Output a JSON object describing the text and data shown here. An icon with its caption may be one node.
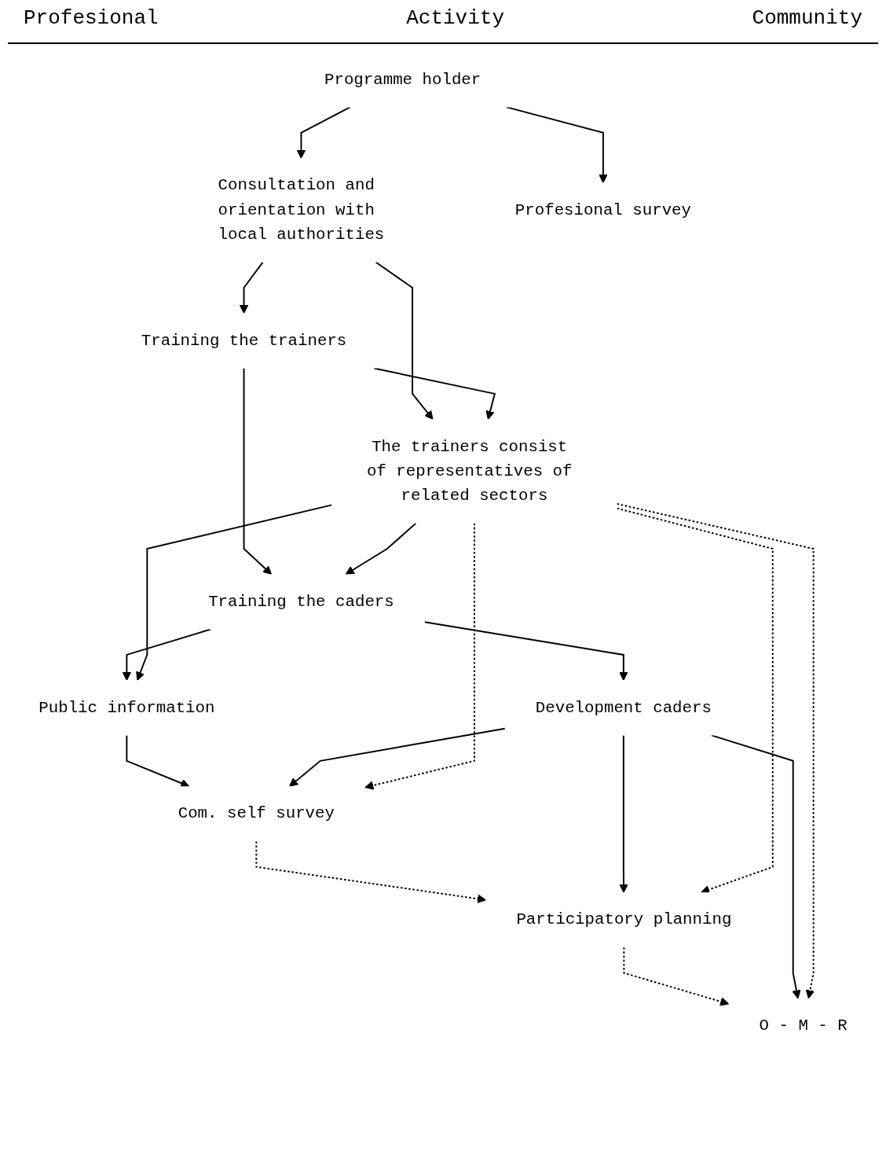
{
  "diagram": {
    "nodes": [
      {
        "text": [
          "Programme holder"
        ]
      },
      {
        "text": [
          "Consultation and orientation with local authorities"
        ]
      },
      {
        "text": [
          "Profesional survey"
        ]
      },
      {
        "text": [
          "The trainers consist of representatives of related sectors"
        ]
      },
      {
        "text": [
          "Training the trainers"
        ]
      },
      {
        "text": [
          "Training the caders"
        ]
      },
      {
        "text": [
          "Development caders"
        ]
      },
      {
        "text": [
          "Public information"
        ]
      },
      {
        "text": [
          "Com. self survey"
        ]
      },
      {
        "text": [
          "Participatory planning"
        ]
      },
      {
        "text": [
          "O - M - R"
        ]
      }
    ],
    "edges": [
      {
        "from": 0,
        "to": 1,
        "arrow": "to"
      },
      {
        "from": 0,
        "to": 2,
        "arrow": "to"
      },
      {
        "from": 1,
        "to": 3,
        "arrow": "to"
      },
      {
        "from": 1,
        "to": 4,
        "arrow": "to"
      },
      {
        "from": 4,
        "to": 3,
        "arrow": "to"
      },
      {
        "from": 4,
        "to": 5,
        "arrow": "to"
      },
      {
        "from": 3,
        "to": 5,
        "arrow": "to"
      },
      {
        "from": 5,
        "to": 6,
        "arrow": "to"
      },
      {
        "from": 5,
        "to": 7,
        "arrow": "to"
      },
      {
        "from": 3,
        "to": 7,
        "arrow": "to"
      },
      {
        "from": 7,
        "to": 8,
        "arrow": "to"
      },
      {
        "from": 6,
        "to": 8,
        "arrow": "to"
      },
      {
        "from": 3,
        "to": 8,
        "arrow": "to",
        "style": "dashed"
      },
      {
        "from": 8,
        "to": 9,
        "arrow": "to",
        "style": "dashed"
      },
      {
        "from": 6,
        "to": 9,
        "arrow": "to"
      },
      {
        "from": 3,
        "to": 9,
        "arrow": "to",
        "style": "dashed"
      },
      {
        "from": 9,
        "to": 10,
        "arrow": "to",
        "style": "dashed"
      },
      {
        "from": 6,
        "to": 10,
        "arrow": "to"
      },
      {
        "from": 3,
        "to": 10,
        "arrow": "to",
        "style": "dashed"
      }
    ],
    "labels": [
      "Profesional",
      "Activity",
      "Community"
    ]
  }
}
